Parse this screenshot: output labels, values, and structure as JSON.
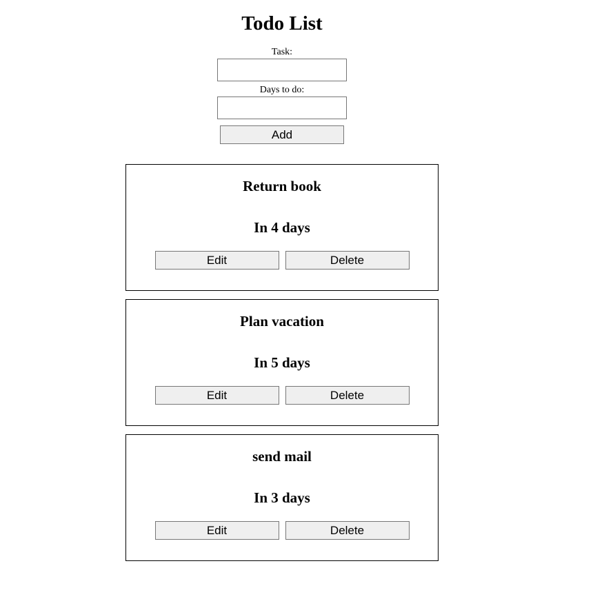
{
  "header": {
    "title": "Todo List"
  },
  "form": {
    "task_label": "Task:",
    "task_value": "",
    "days_label": "Days to do:",
    "days_value": "",
    "add_label": "Add"
  },
  "todos": [
    {
      "title": "Return book",
      "days_text": "In 4 days",
      "edit_label": "Edit",
      "delete_label": "Delete"
    },
    {
      "title": "Plan vacation",
      "days_text": "In 5 days",
      "edit_label": "Edit",
      "delete_label": "Delete"
    },
    {
      "title": "send mail",
      "days_text": "In 3 days",
      "edit_label": "Edit",
      "delete_label": "Delete"
    }
  ],
  "colors": {
    "button_background": "#efefef",
    "button_border": "#767676",
    "card_border": "#000000",
    "page_background": "#ffffff"
  }
}
